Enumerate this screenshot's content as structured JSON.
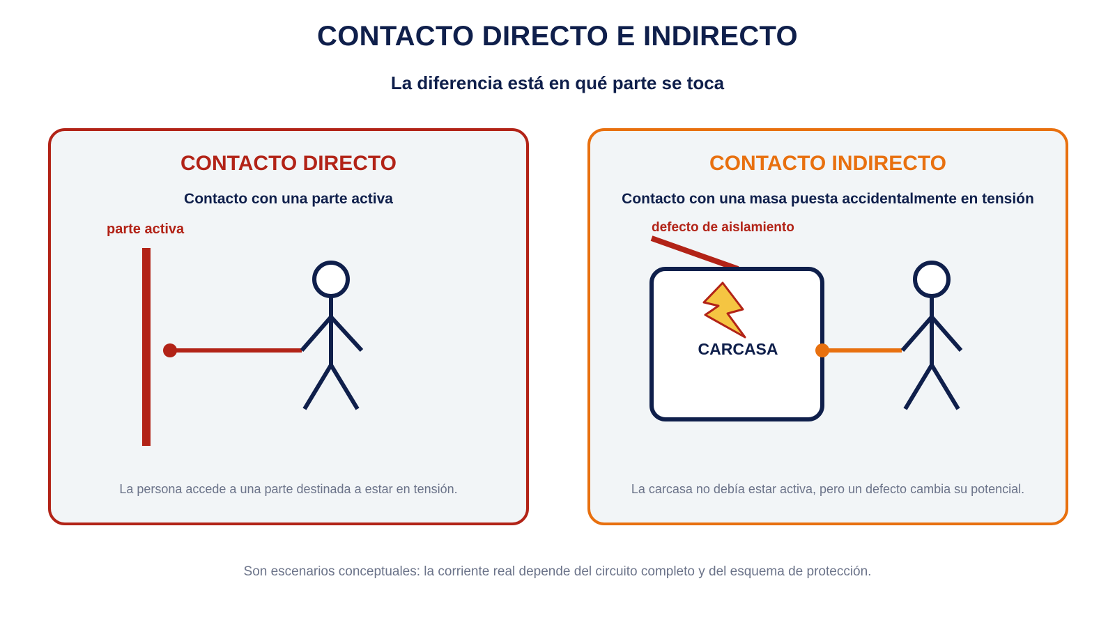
{
  "title": "CONTACTO DIRECTO E INDIRECTO",
  "subtitle": "La diferencia está en qué parte se toca",
  "direct": {
    "title": "CONTACTO DIRECTO",
    "subtitle": "Contacto con una parte activa",
    "tag": "parte activa",
    "description": "La persona accede a una parte destinada a estar en tensión.",
    "color": "#b22317"
  },
  "indirect": {
    "title": "CONTACTO INDIRECTO",
    "subtitle": "Contacto con una masa puesta accidentalmente en tensión",
    "tag": "defecto de aislamiento",
    "housing_label": "CARCASA",
    "description": "La carcasa no debía estar activa, pero un defecto cambia su potencial.",
    "color": "#e8700f"
  },
  "footer": "Son escenarios conceptuales: la corriente real depende del circuito completo y del esquema de protección.",
  "colors": {
    "navy": "#0f1f4b",
    "red": "#b22317",
    "orange": "#e8700f",
    "muted_text": "#6b7389",
    "panel_bg": "#f2f5f7",
    "bolt_fill": "#f5c542"
  },
  "icons": [
    "stick-figure-icon",
    "lightning-bolt-icon"
  ]
}
